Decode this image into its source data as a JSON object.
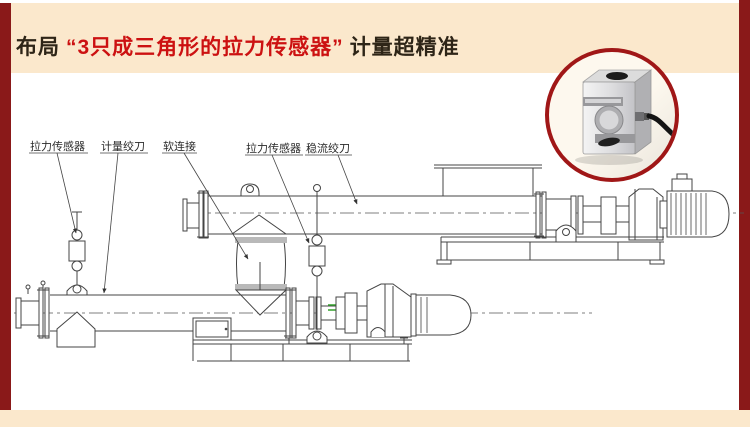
{
  "page": {
    "background": "#ffffff",
    "side_strip_color": "#8a1919",
    "banner_color": "#fbe8cc"
  },
  "header": {
    "title_prefix": "布局",
    "title_highlight": "“3只成三角形的拉力传感器”",
    "title_suffix": "计量超精准",
    "highlight_color": "#cc1111",
    "text_color": "#2e2517"
  },
  "inset": {
    "icon": "s-type-load-cell-photo",
    "ring_color": "#a01717"
  },
  "diagram": {
    "line_color": "#444444",
    "accent_green": "#33a02c",
    "labels": [
      {
        "id": "tension-sensor-left",
        "text": "拉力传感器"
      },
      {
        "id": "metering-auger",
        "text": "计量绞刀"
      },
      {
        "id": "soft-connection",
        "text": "软连接"
      },
      {
        "id": "tension-sensor-right",
        "text": "拉力传感器"
      },
      {
        "id": "flow-stabilizing-auger",
        "text": "稳流绞刀"
      }
    ]
  }
}
